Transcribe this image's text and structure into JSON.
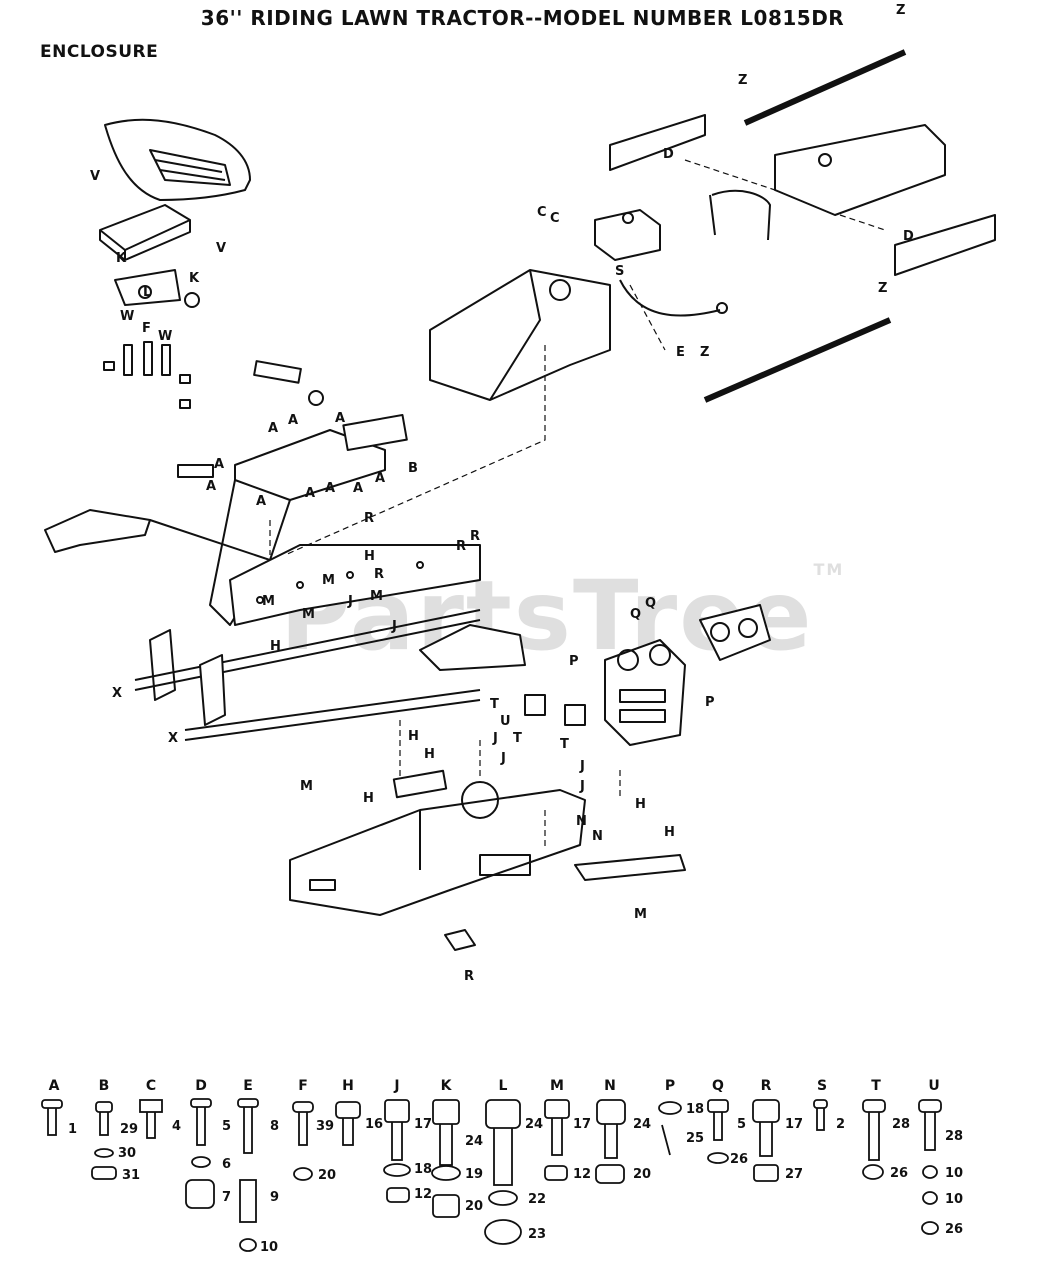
{
  "header": {
    "title": "36'' RIDING LAWN TRACTOR--MODEL NUMBER L0815DR",
    "section": "ENCLOSURE"
  },
  "watermark": {
    "text": "PartsTree",
    "tm": "TM"
  },
  "callouts": [
    "A",
    "B",
    "C",
    "D",
    "E",
    "F",
    "H",
    "J",
    "K",
    "L",
    "M",
    "N",
    "P",
    "Q",
    "R",
    "S",
    "T",
    "U",
    "V",
    "W",
    "X",
    "Z"
  ],
  "hardware": [
    {
      "letter": "A",
      "parts": [
        "1"
      ]
    },
    {
      "letter": "B",
      "parts": [
        "29",
        "30",
        "31"
      ]
    },
    {
      "letter": "C",
      "parts": [
        "4"
      ]
    },
    {
      "letter": "D",
      "parts": [
        "5",
        "6",
        "7"
      ]
    },
    {
      "letter": "E",
      "parts": [
        "8",
        "9",
        "10"
      ]
    },
    {
      "letter": "F",
      "parts": [
        "39",
        "20"
      ]
    },
    {
      "letter": "H",
      "parts": [
        "16"
      ]
    },
    {
      "letter": "J",
      "parts": [
        "17",
        "18",
        "12"
      ]
    },
    {
      "letter": "K",
      "parts": [
        "24",
        "19",
        "20"
      ]
    },
    {
      "letter": "L",
      "parts": [
        "24",
        "22",
        "23"
      ]
    },
    {
      "letter": "M",
      "parts": [
        "17",
        "12"
      ]
    },
    {
      "letter": "N",
      "parts": [
        "24",
        "20"
      ]
    },
    {
      "letter": "P",
      "parts": [
        "18",
        "25"
      ]
    },
    {
      "letter": "Q",
      "parts": [
        "5",
        "26"
      ]
    },
    {
      "letter": "R",
      "parts": [
        "17",
        "27"
      ]
    },
    {
      "letter": "S",
      "parts": [
        "2"
      ]
    },
    {
      "letter": "T",
      "parts": [
        "28",
        "26"
      ]
    },
    {
      "letter": "U",
      "parts": [
        "28",
        "10",
        "10",
        "26"
      ]
    }
  ],
  "colors": {
    "ink": "#111111",
    "paper": "#ffffff",
    "watermark": "#969696"
  }
}
